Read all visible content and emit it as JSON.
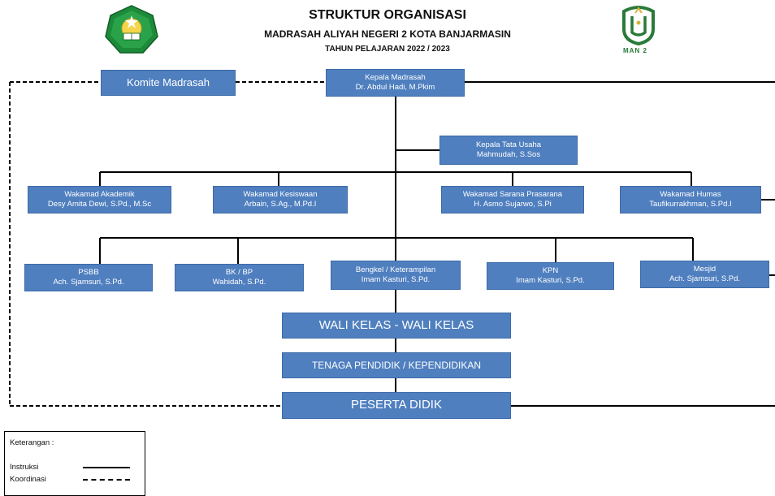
{
  "header": {
    "title": "STRUKTUR ORGANISASI",
    "subtitle": "MADRASAH ALIYAH NEGERI 2 KOTA BANJARMASIN",
    "year": "TAHUN PELAJARAN 2022 / 2023"
  },
  "logos": {
    "right_text": "MAN 2"
  },
  "colors": {
    "box_fill": "#4f7fbf",
    "box_text": "#ffffff",
    "line": "#000000",
    "logo_green": "#2a7a3a",
    "logo_gold": "#d4b43a"
  },
  "boxes": {
    "komite": {
      "line1": "Komite Madrasah"
    },
    "kepala": {
      "line1": "Kepala Madrasah",
      "line2": "Dr. Abdul Hadi, M.Pkim"
    },
    "tata_usaha": {
      "line1": "Kepala Tata Usaha",
      "line2": "Mahmudah, S.Sos"
    },
    "akademik": {
      "line1": "Wakamad Akademik",
      "line2": "Desy Amita Dewi, S.Pd., M.Sc"
    },
    "kesiswaan": {
      "line1": "Wakamad Kesiswaan",
      "line2": "Arbain, S.Ag., M.Pd.I"
    },
    "sarpras": {
      "line1": "Wakamad Sarana Prasarana",
      "line2": "H. Asmo Sujarwo, S.Pi"
    },
    "humas": {
      "line1": "Wakamad Humas",
      "line2": "Taufikurrakhman, S.Pd.I"
    },
    "psbb": {
      "line1": "PSBB",
      "line2": "Ach. Sjamsuri, S.Pd."
    },
    "bkbp": {
      "line1": "BK / BP",
      "line2": "Wahidah, S.Pd."
    },
    "bengkel": {
      "line1": "Bengkel / Keterampilan",
      "line2": "Imam Kasturi, S.Pd."
    },
    "kpn": {
      "line1": "KPN",
      "line2": "Imam Kasturi, S.Pd."
    },
    "mesjid": {
      "line1": "Mesjid",
      "line2": "Ach. Sjamsuri, S.Pd."
    },
    "wali_kelas": {
      "line1": "WALI KELAS - WALI KELAS"
    },
    "tenaga": {
      "line1": "TENAGA PENDIDIK / KEPENDIDIKAN"
    },
    "peserta": {
      "line1": "PESERTA DIDIK"
    }
  },
  "legend": {
    "title": "Keterangan :",
    "instruksi": "Instruksi",
    "koordinasi": "Koordinasi"
  }
}
